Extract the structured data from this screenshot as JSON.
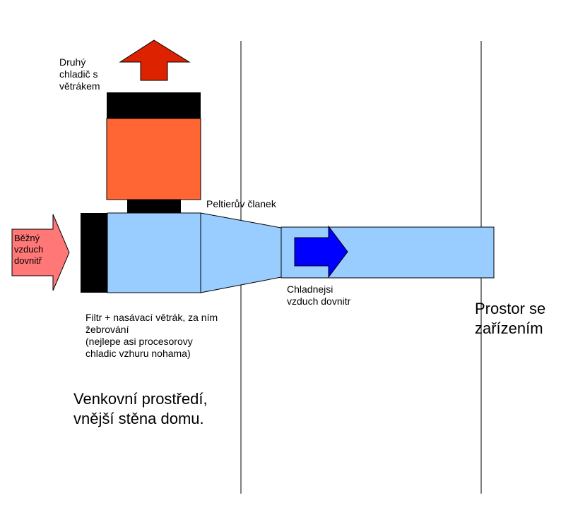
{
  "colors": {
    "background": "#ffffff",
    "duct_fill": "#99ccff",
    "cooler_fill": "#ff6633",
    "black_parts": "#000000",
    "hot_arrow": "#dd2200",
    "cold_arrow": "#0000ff",
    "intake_arrow": "#ff7777",
    "wall_line": "#000000"
  },
  "icons": {
    "hot_air_arrow": "arrow-up-icon",
    "cold_air_arrow": "arrow-right-icon",
    "intake_air_arrow": "arrow-right-icon"
  },
  "labels": {
    "second_cooler": "Druhý\nchladič s\nvětrákem",
    "peltier": "Peltierův članek",
    "normal_air_in": "Běžný\nvzduch\ndovnitř",
    "cooler_air_in": "Chladnejsi\nvzduch dovnitr",
    "filter_note": "Filtr + nasávací větrák, za ním\nžebrování\n(nejlepe asi procesorovy\nchladic vzhuru nohama)",
    "device_space": "Prostor se\nzařízením",
    "outside": "Venkovní prostředí,\nvnější stěna domu."
  }
}
